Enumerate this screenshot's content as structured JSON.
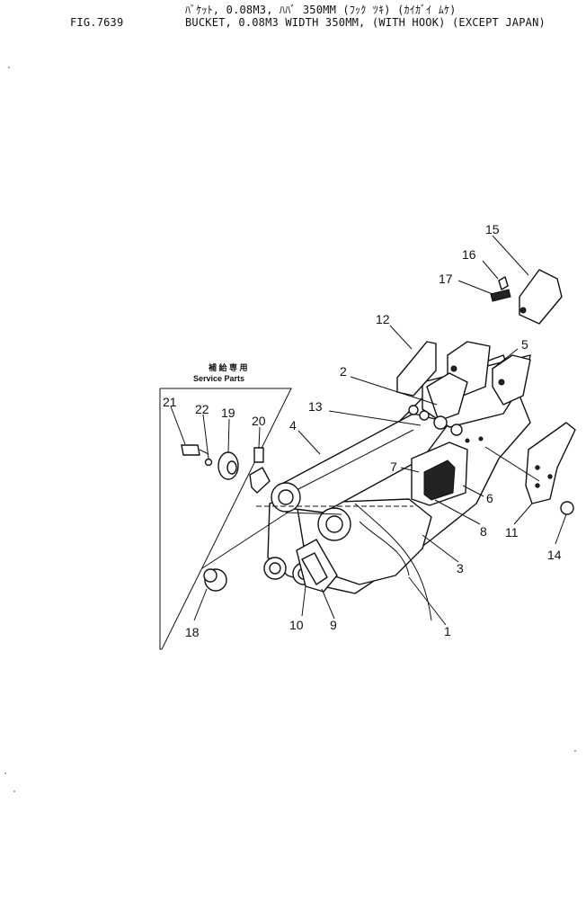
{
  "header": {
    "fig_no": "FIG.7639",
    "title_jp": "ﾊﾞｹｯﾄ, 0.08M3, ﾊﾊﾞ 350MM (ﾌｯｸ ﾂｷ) (ｶｲｶﾞｲ ﾑｹ)",
    "title_en": "BUCKET, 0.08M3 WIDTH 350MM, (WITH HOOK) (EXCEPT JAPAN)"
  },
  "service_parts": {
    "label_jp": "補 給 専 用",
    "label_en": "Service Parts"
  },
  "callouts": {
    "c1": "1",
    "c2": "2",
    "c3": "3",
    "c4": "4",
    "c5": "5",
    "c6": "6",
    "c7": "7",
    "c8": "8",
    "c9": "9",
    "c10": "10",
    "c11": "11",
    "c12": "12",
    "c13": "13",
    "c14": "14",
    "c15": "15",
    "c16": "16",
    "c17": "17",
    "c18": "18",
    "c19": "19",
    "c20": "20",
    "c21": "21",
    "c22": "22"
  }
}
